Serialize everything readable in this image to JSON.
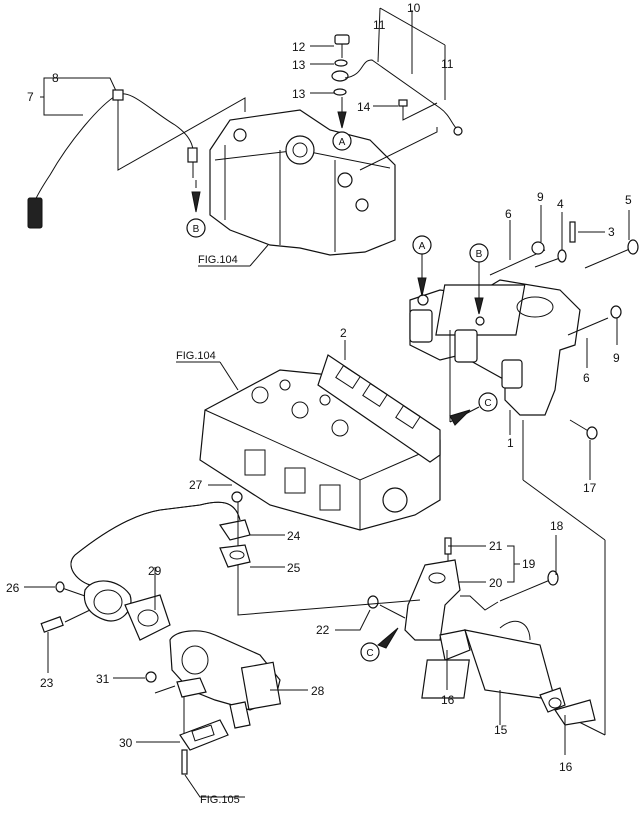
{
  "diagram": {
    "type": "exploded-parts-diagram",
    "part_labels": [
      "1",
      "2",
      "3",
      "4",
      "5",
      "6",
      "6",
      "7",
      "8",
      "9",
      "9",
      "10",
      "11",
      "11",
      "12",
      "13",
      "13",
      "14",
      "15",
      "16",
      "16",
      "17",
      "18",
      "19",
      "20",
      "21",
      "22",
      "23",
      "24",
      "25",
      "26",
      "27",
      "28",
      "29",
      "30",
      "31"
    ],
    "figure_refs": {
      "fig104_top": "FIG.104",
      "fig104_head": "FIG.104",
      "fig105": "FIG.105"
    },
    "connectors": {
      "A": "A",
      "B": "B",
      "C": "C"
    },
    "labels": {
      "l1": "1",
      "l2": "2",
      "l3": "3",
      "l4": "4",
      "l5": "5",
      "l6a": "6",
      "l6b": "6",
      "l7": "7",
      "l8": "8",
      "l9a": "9",
      "l9b": "9",
      "l10": "10",
      "l11a": "11",
      "l11b": "11",
      "l12": "12",
      "l13a": "13",
      "l13b": "13",
      "l14": "14",
      "l15": "15",
      "l16a": "16",
      "l16b": "16",
      "l17": "17",
      "l18": "18",
      "l19": "19",
      "l20": "20",
      "l21": "21",
      "l22": "22",
      "l23": "23",
      "l24": "24",
      "l25": "25",
      "l26": "26",
      "l27": "27",
      "l28": "28",
      "l29": "29",
      "l30": "30",
      "l31": "31"
    }
  }
}
